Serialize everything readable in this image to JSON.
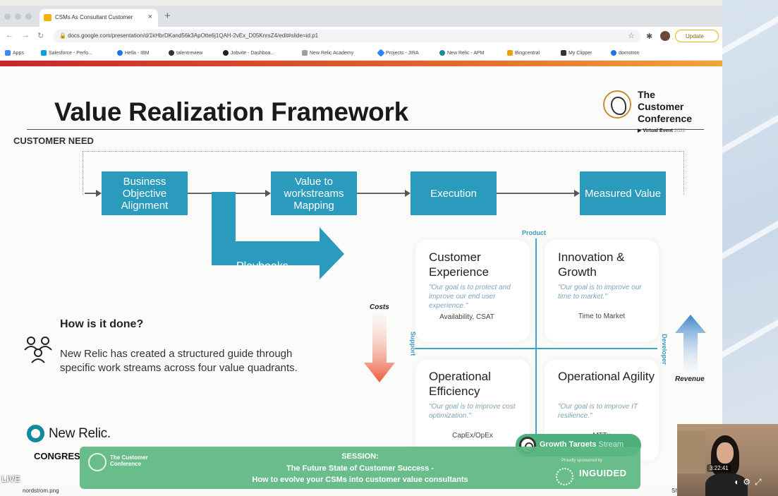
{
  "browser": {
    "tab_title": "CSMs As Consultant Customer",
    "url": "docs.google.com/presentation/d/1kHbrDKand56k3ApOtte6j1QAH-2vEx_D05KnrsZ4/edit#slide=id.p1",
    "update_label": "Update",
    "bookmarks": [
      "Apps",
      "Salesforce - Perfo...",
      "Hella - IBM",
      "talentreview",
      "Jobvite - Dashboa...",
      "New Relic Academy",
      "Projects - JIRA",
      "New Relic - APM",
      "Bingcentral",
      "My Clipper",
      "domotron"
    ]
  },
  "slide": {
    "title": "Value Realization Framework",
    "customer_need": "CUSTOMER NEED",
    "conference_logo": {
      "line1": "The",
      "line2": "Customer",
      "line3": "Conference",
      "event": "Virtual Event",
      "year": "2020"
    },
    "flow": [
      {
        "label": "Business Objective Alignment"
      },
      {
        "label": "Value to workstreams Mapping"
      },
      {
        "label": "Execution"
      },
      {
        "label": "Measured Value"
      }
    ],
    "playbooks": "Playbooks",
    "axes": {
      "top": "Product",
      "left": "Support",
      "right": "Developer"
    },
    "quadrants": [
      {
        "title": "Customer Experience",
        "goal": "\"Our goal is to protect and improve our end user experience.\"",
        "metric": "Availability, CSAT"
      },
      {
        "title": "Innovation & Growth",
        "goal": "\"Our goal is to improve our time to market.\"",
        "metric": "Time to Market"
      },
      {
        "title": "Operational Efficiency",
        "goal": "\"Our goal is to improve cost optimization.\"",
        "metric": "CapEx/OpEx"
      },
      {
        "title": "Operational Agility",
        "goal": "\"Our goal is to improve IT resilience.\"",
        "metric": "MTTx"
      }
    ],
    "costs_label": "Costs",
    "revenue_label": "Revenue",
    "how_title": "How is it done?",
    "how_body": "New Relic has created a structured guide through specific work streams across four value quadrants.",
    "brand": "New Relic.",
    "congress": "CONGRES"
  },
  "overlay": {
    "growth_pill": {
      "name": "Growth Targets",
      "suffix": "Stream"
    },
    "session_label": "SESSION:",
    "session_line1": "The Future State of Customer Success -",
    "session_line2": "How to evolve your CSMs into customer value consultants",
    "conf_mini": "The Customer Conference",
    "sponsor_label": "Proudly sponsored by",
    "sponsor": "INGUIDED",
    "live": "LIVE",
    "download_file": "nordstrom.png",
    "show_all": "Show All",
    "timer": "3:22:41"
  },
  "colors": {
    "flow_box": "#2a9bbd",
    "accent_bar": "#e0662a",
    "session_green": "#5cb882"
  }
}
